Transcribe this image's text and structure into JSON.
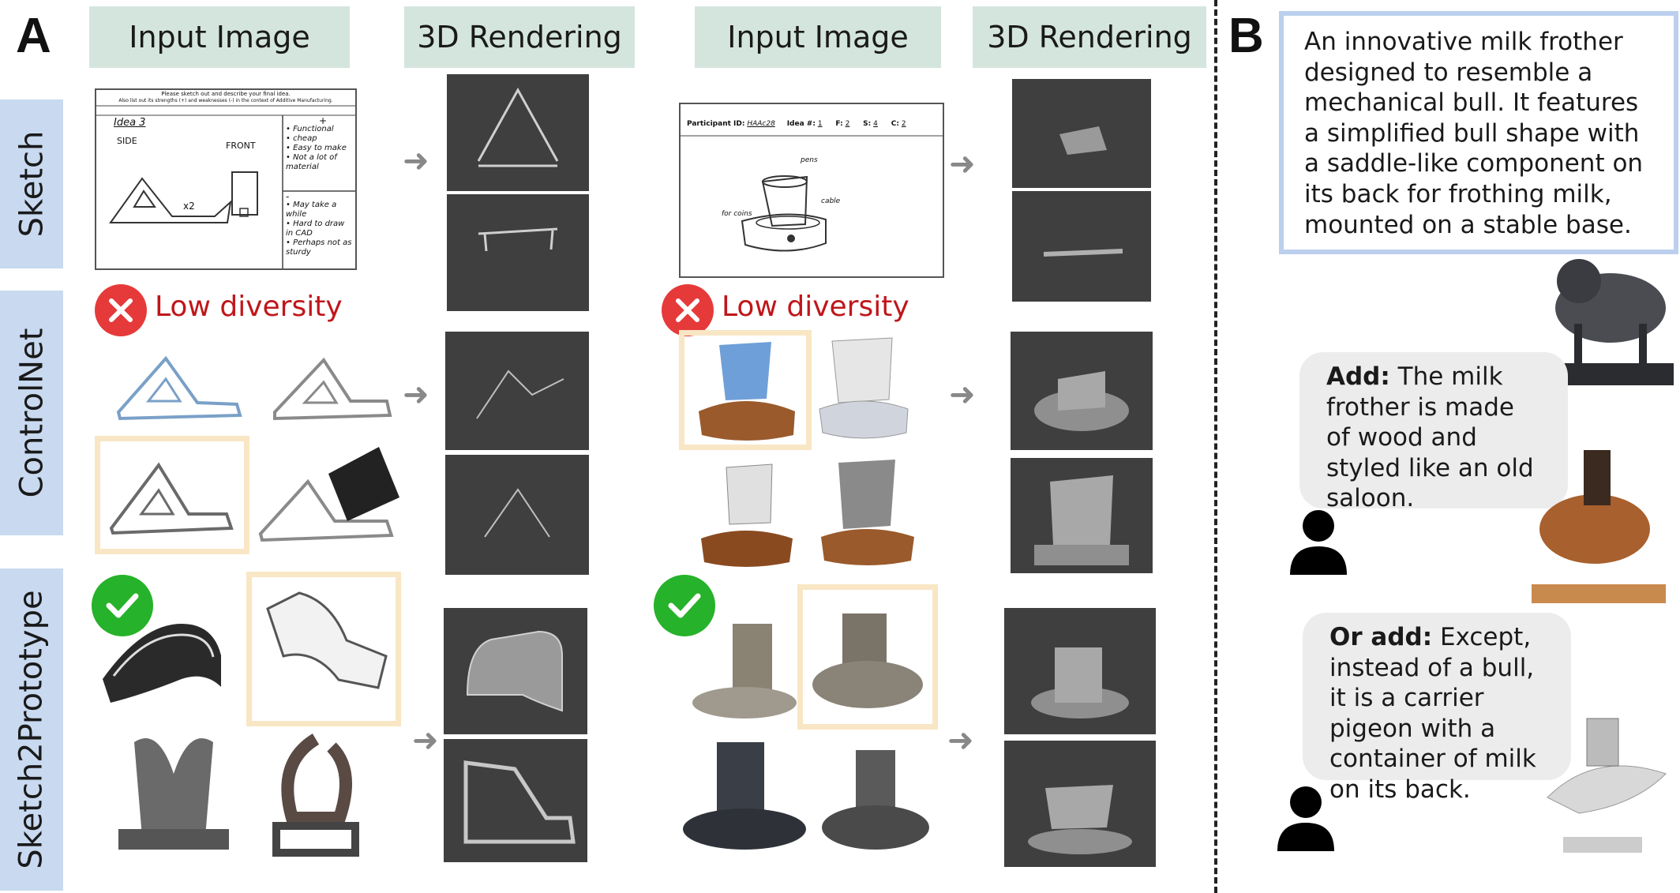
{
  "panel_a": {
    "letter": "A",
    "headers": {
      "input_image_left": "Input Image",
      "rendering_left": "3D Rendering",
      "input_image_right": "Input Image",
      "rendering_right": "3D Rendering"
    },
    "rows": {
      "sketch": "Sketch",
      "controlnet": "ControlNet",
      "sketch2prototype": "Sketch2Prototype"
    },
    "low_diversity_label": "Low diversity",
    "sketch_sheet_left": {
      "instructions_line1": "Please sketch out and describe your final idea.",
      "instructions_line2": "Also list out its strengths (+) and weaknesses (-) in the context of Additive Manufacturing.",
      "idea_label": "Idea 3",
      "side_label": "SIDE",
      "front_label": "FRONT",
      "x2_label": "x2",
      "plus_sign": "+",
      "minus_sign": "-",
      "strengths": [
        "• Functional",
        "• cheap",
        "• Easy to make",
        "• Not a lot of material"
      ],
      "weaknesses": [
        "• May take a while",
        "• Hard to draw in CAD",
        "• Perhaps not as sturdy"
      ]
    },
    "sketch_sheet_right": {
      "participant_label": "Participant ID:",
      "participant_value": "HAAc28",
      "idea_label": "Idea #:",
      "idea_value": "1",
      "f_label": "F:",
      "f_value": "2",
      "s_label": "S:",
      "s_value": "4",
      "c_label": "C:",
      "c_value": "2",
      "annotation_top": "pens",
      "annotation_left": "for coins",
      "annotation_right": "cable"
    }
  },
  "panel_b": {
    "letter": "B",
    "description": "An innovative milk frother designed to resemble a mechanical bull. It features a simplified bull shape with a saddle-like component on its back for frothing milk, mounted on a stable base.",
    "bubble1_keyword": "Add:",
    "bubble1_text": " The milk frother is made of wood and styled like an old saloon.",
    "bubble2_keyword": "Or add:",
    "bubble2_text": " Except, instead of a bull, it is a carrier pigeon with a container of milk on its back."
  },
  "colors": {
    "header_bg": "#d4e5dd",
    "row_label_bg": "#c8d9f0",
    "highlight_frame": "#f8e6c4",
    "error_red": "#e63a3a",
    "success_green": "#26b22a",
    "render_bg": "#3f3f3f",
    "description_border": "#bcd0ee",
    "bubble_bg": "#ececec"
  },
  "icons": [
    "close-x-icon",
    "checkmark-icon",
    "arrow-right-icon",
    "user-icon"
  ]
}
